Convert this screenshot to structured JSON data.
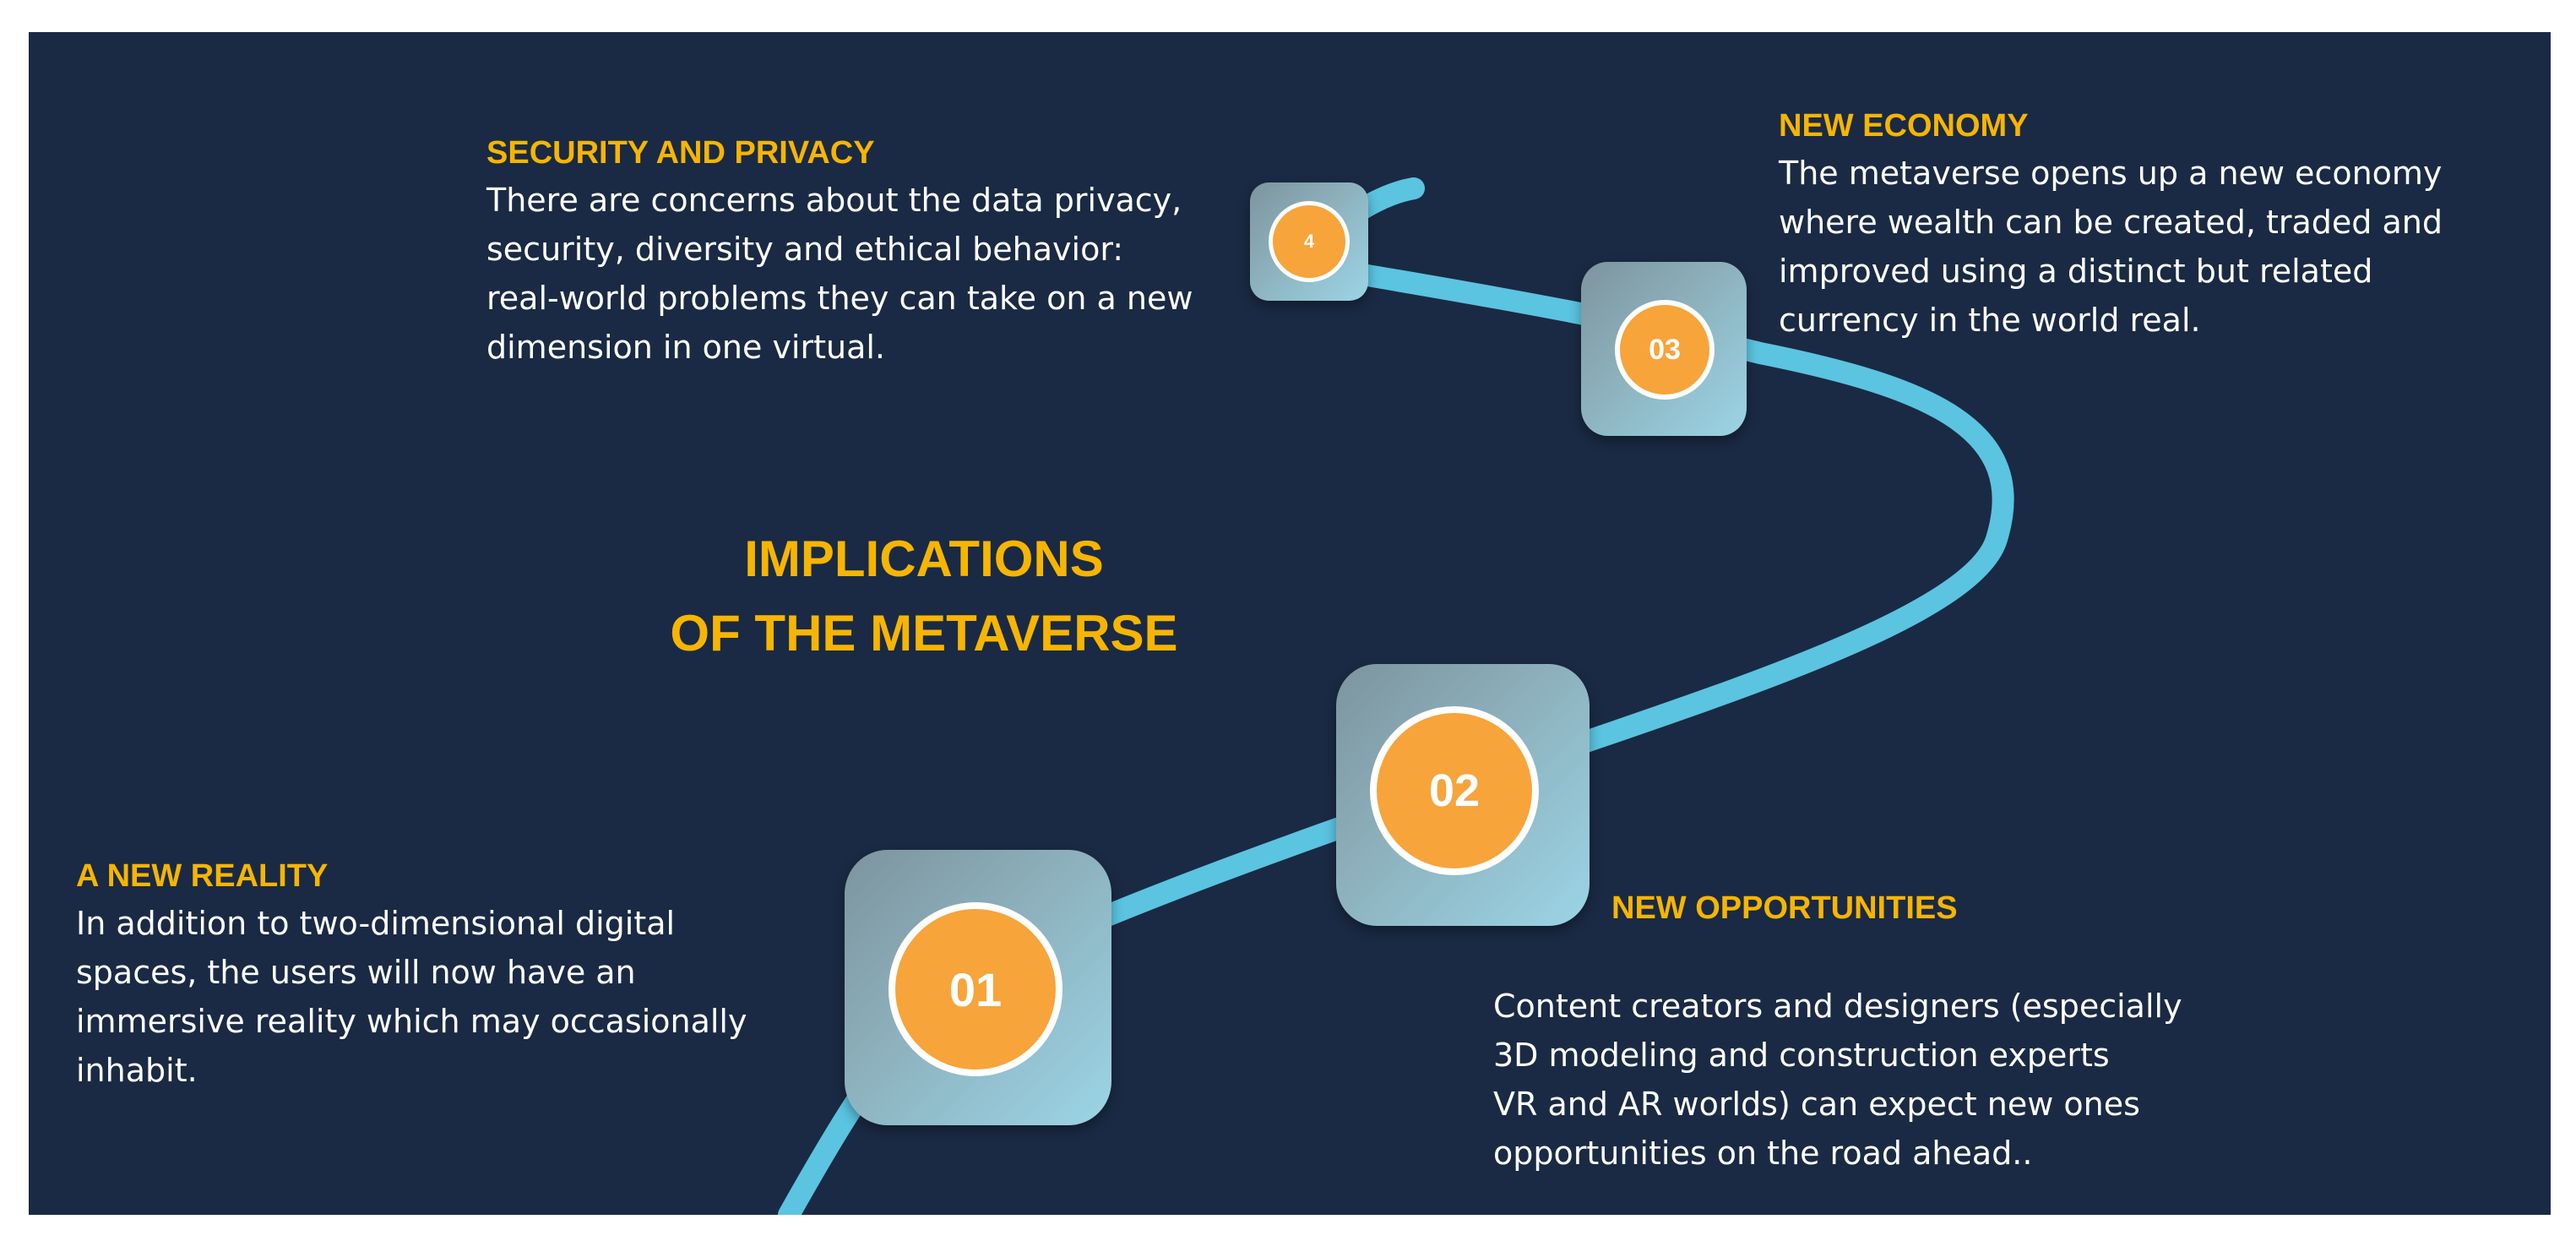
{
  "title": {
    "line1": "IMPLICATIONS",
    "line2": "OF THE METAVERSE"
  },
  "steps": [
    {
      "number": "01",
      "heading": "A NEW REALITY",
      "lines": [
        "In addition to two-dimensional digital",
        "spaces, the users will now have an",
        "immersive reality which may occasionally",
        "inhabit."
      ]
    },
    {
      "number": "02",
      "heading": "NEW OPPORTUNITIES",
      "lines": [
        "Content creators and designers (especially",
        "3D modeling and construction experts",
        "VR and AR worlds) can expect new ones",
        "opportunities on the road ahead.."
      ]
    },
    {
      "number": "03",
      "heading": "NEW ECONOMY",
      "lines": [
        "The metaverse opens up a new economy",
        "where wealth can be created, traded and",
        "improved using a distinct but related",
        "currency in the world real."
      ]
    },
    {
      "number": "4",
      "heading": "SECURITY AND PRIVACY",
      "lines": [
        "There are concerns about the data privacy,",
        "security, diversity and ethical behavior:",
        "real-world problems they can take on a new",
        "dimension in one virtual."
      ]
    }
  ],
  "colors": {
    "background": "#1a2a44",
    "road": "#5bc4e0",
    "accent": "#f7b500",
    "disc": "#f7a43b",
    "text": "#ffffff"
  }
}
